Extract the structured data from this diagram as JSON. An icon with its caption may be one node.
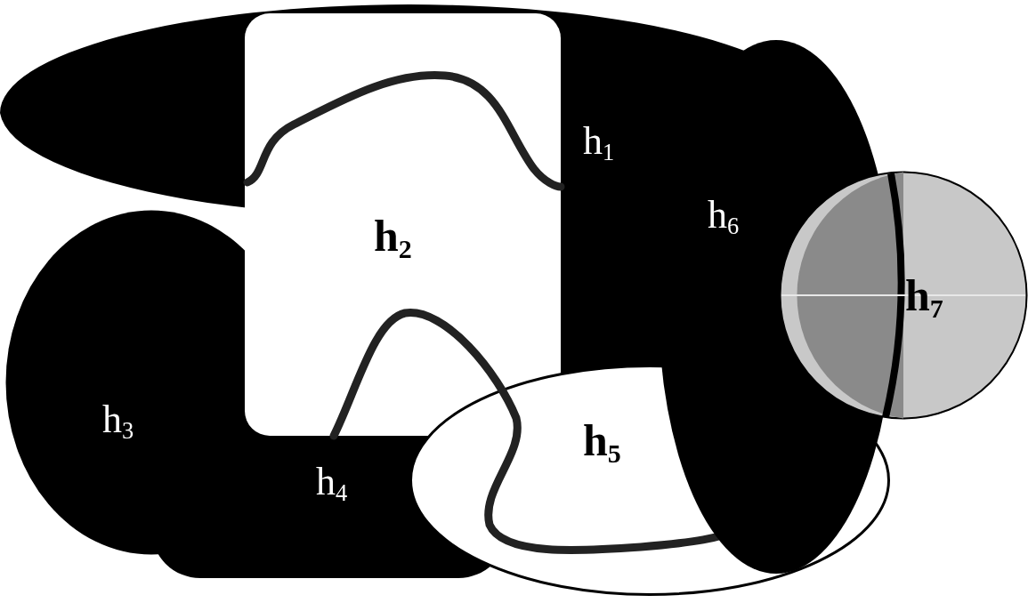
{
  "diagram": {
    "nodes": [
      {
        "text": [
          "h$_{1}$"
        ]
      },
      {
        "text": [
          "h$_{2}$"
        ]
      },
      {
        "text": [
          "h$_{3}$"
        ]
      },
      {
        "text": [
          "h$_{4}$"
        ]
      },
      {
        "text": [
          "h$_{5}$"
        ]
      },
      {
        "text": [
          "h$_{6}$"
        ]
      },
      {
        "text": [
          "h$_{7}$"
        ]
      }
    ]
  }
}
